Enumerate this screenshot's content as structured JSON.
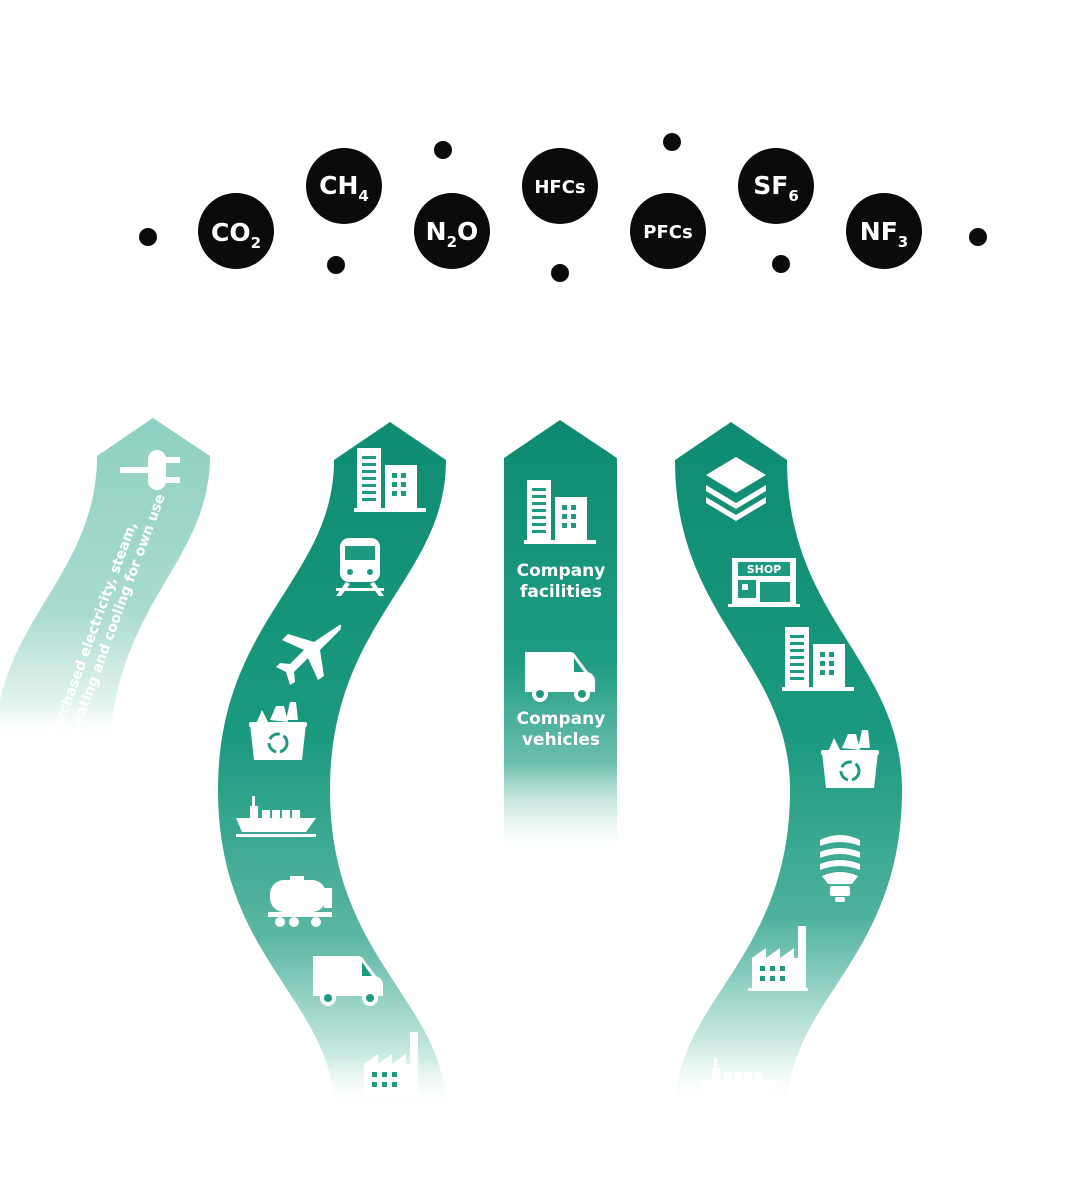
{
  "colors": {
    "primary": "#14937a",
    "primary_dark": "#0e8a70",
    "light": "#8fd0c1",
    "gas_fill": "#0b0b0b",
    "icon": "#ffffff"
  },
  "gases": [
    {
      "base": "CO",
      "sub": "2"
    },
    {
      "base": "CH",
      "sub": "4"
    },
    {
      "base": "N",
      "sub": "2",
      "tail": "O"
    },
    {
      "base": "HFCs",
      "sub": ""
    },
    {
      "base": "PFCs",
      "sub": ""
    },
    {
      "base": "SF",
      "sub": "6"
    },
    {
      "base": "NF",
      "sub": "3"
    }
  ],
  "scope2": {
    "label_line1": "Purchased electricity, steam,",
    "label_line2": "heating and cooling for own use",
    "icons": [
      "plug-icon"
    ]
  },
  "upstream": {
    "icons": [
      "office-building-icon",
      "train-icon",
      "airplane-icon",
      "recycle-bin-icon",
      "cargo-ship-icon",
      "tanker-truck-icon",
      "delivery-van-icon",
      "factory-icon"
    ]
  },
  "scope1": {
    "facilities_line1": "Company",
    "facilities_line2": "facilities",
    "vehicles_line1": "Company",
    "vehicles_line2": "vehicles",
    "icons": [
      "office-building-icon",
      "delivery-van-icon"
    ]
  },
  "downstream": {
    "shop_sign": "SHOP",
    "icons": [
      "layers-icon",
      "shop-icon",
      "office-building-icon",
      "recycle-bin-icon",
      "light-bulb-icon",
      "factory-icon",
      "cargo-ship-icon"
    ]
  }
}
